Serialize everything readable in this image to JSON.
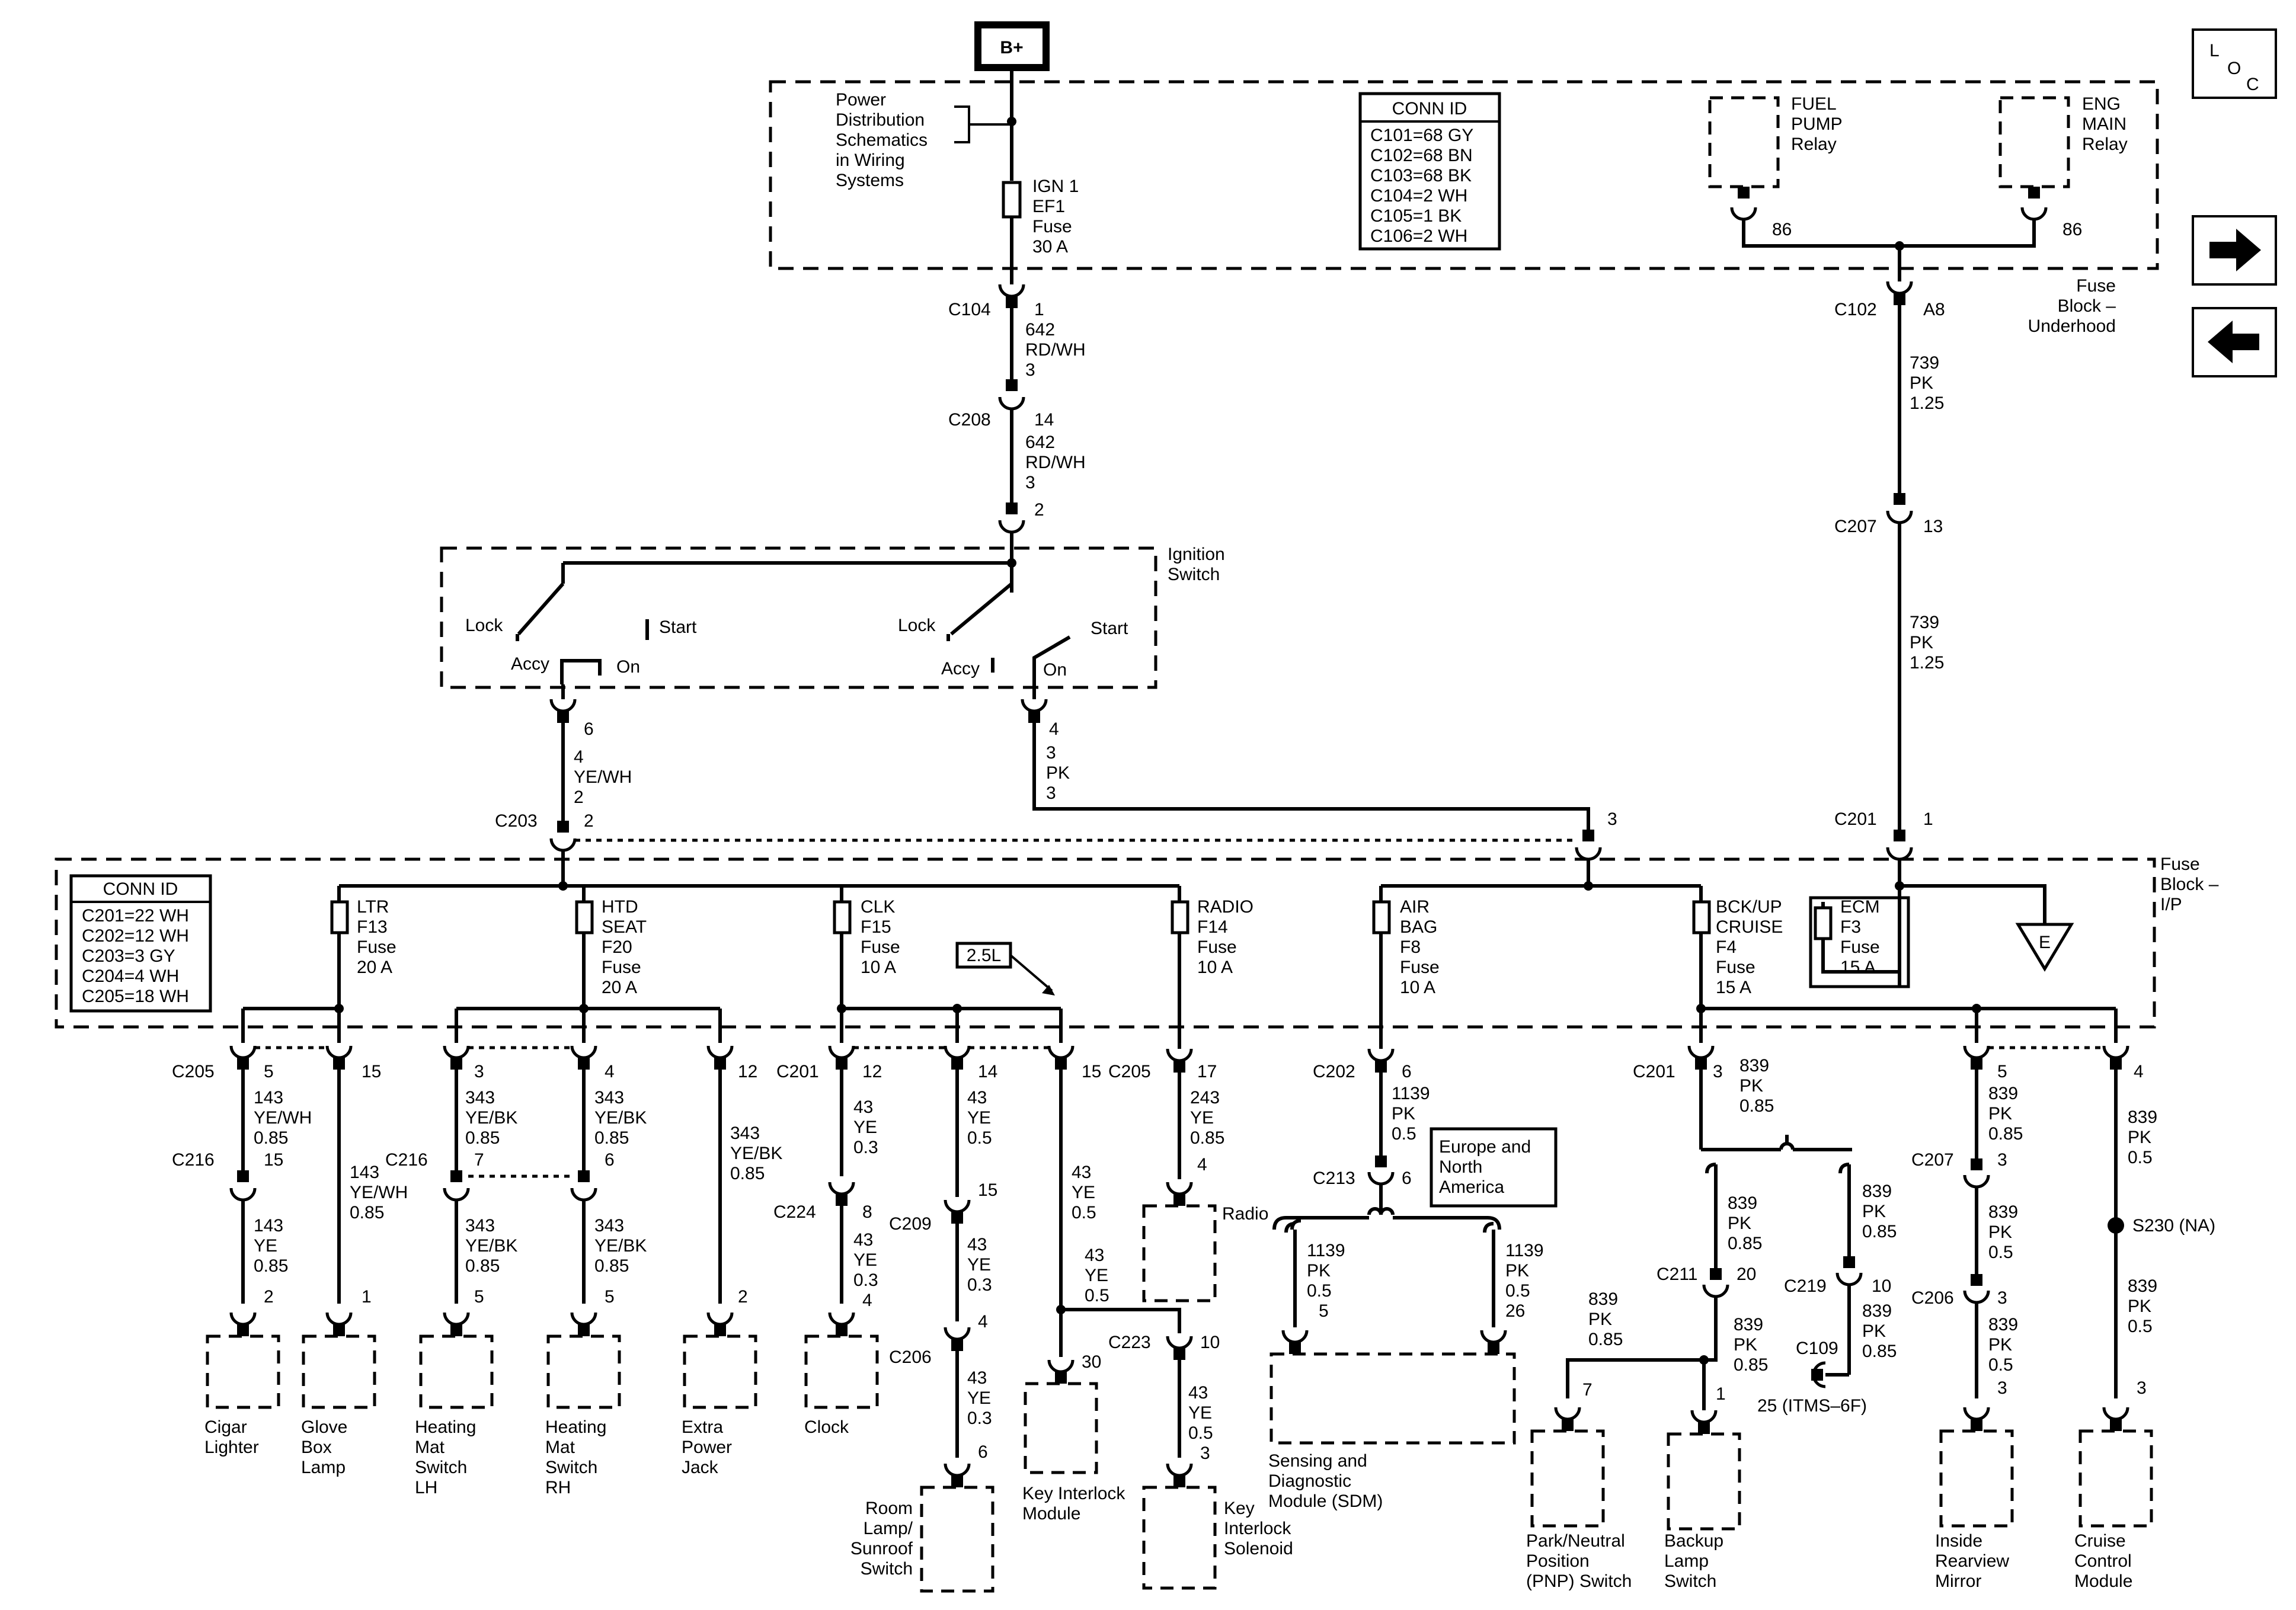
{
  "source_label": "B+",
  "loc_label": [
    "L",
    "O",
    "C"
  ],
  "nav": {
    "next_icon": "arrow-right-icon",
    "prev_icon": "arrow-left-icon"
  },
  "underhood": {
    "power_note": [
      "Power",
      "Distribution",
      "Schematics",
      "in Wiring",
      "Systems"
    ],
    "fuse_ef1": [
      "IGN 1",
      "EF1",
      "Fuse",
      "30 A"
    ],
    "conn_id_title": "CONN ID",
    "conn_ids": [
      "C101=68 GY",
      "C102=68 BN",
      "C103=68 BK",
      "C104=2 WH",
      "C105=1 BK",
      "C106=2 WH"
    ],
    "fuel_pump_relay": [
      "FUEL",
      "PUMP",
      "Relay"
    ],
    "eng_main_relay": [
      "ENG",
      "MAIN",
      "Relay"
    ],
    "relay_pin": "86",
    "block_label": [
      "Fuse",
      "Block –",
      "Underhood"
    ]
  },
  "ign_path": {
    "c104": "C104",
    "c104_pin": "1",
    "wire1": [
      "642",
      "RD/WH",
      "3"
    ],
    "c208": "C208",
    "c208_pin": "14",
    "wire2": [
      "642",
      "RD/WH",
      "3"
    ],
    "sw_pin": "2"
  },
  "right_feed": {
    "c102": "C102",
    "c102_pin": "A8",
    "wire1": [
      "739",
      "PK",
      "1.25"
    ],
    "c207": "C207",
    "c207_pin": "13",
    "wire2": [
      "739",
      "PK",
      "1.25"
    ],
    "c201": "C201",
    "c201_pin": "1"
  },
  "ignition_switch": {
    "label": [
      "Ignition",
      "Switch"
    ],
    "lock": "Lock",
    "start": "Start",
    "accy": "Accy",
    "on": "On"
  },
  "sw_out_left": {
    "pin": "6",
    "wire": [
      "4",
      "YE/WH",
      "2"
    ],
    "c203": "C203",
    "c203_pin": "2"
  },
  "sw_out_right": {
    "pin": "4",
    "wire": [
      "3",
      "PK",
      "3"
    ],
    "c_pin": "3"
  },
  "ip_block": {
    "conn_id_title": "CONN ID",
    "conn_ids": [
      "C201=22 WH",
      "C202=12 WH",
      "C203=3 GY",
      "C204=4 WH",
      "C205=18 WH"
    ],
    "label": [
      "Fuse",
      "Block –",
      "I/P"
    ],
    "ground_label": "E",
    "fuses": {
      "ltr": [
        "LTR",
        "F13",
        "Fuse",
        "20 A"
      ],
      "htd": [
        "HTD",
        "SEAT",
        "F20",
        "Fuse",
        "20 A"
      ],
      "clk": [
        "CLK",
        "F15",
        "Fuse",
        "10 A"
      ],
      "radio": [
        "RADIO",
        "F14",
        "Fuse",
        "10 A"
      ],
      "airbag": [
        "AIR",
        "BAG",
        "F8",
        "Fuse",
        "10 A"
      ],
      "bck": [
        "BCK/UP",
        "CRUISE",
        "F4",
        "Fuse",
        "15 A"
      ],
      "ecm": [
        "ECM",
        "F3",
        "Fuse",
        "15 A"
      ]
    },
    "engine_tag": "2.5L"
  },
  "circuits": {
    "cigar": {
      "c205": "C205",
      "pin1": "5",
      "wire1": [
        "143",
        "YE/WH",
        "0.85"
      ],
      "c216": "C216",
      "pin2": "15",
      "wire2": [
        "143",
        "YE",
        "0.85"
      ],
      "comp_pin": "2",
      "label": [
        "Cigar",
        "Lighter"
      ]
    },
    "glove": {
      "pin1": "15",
      "wire1": [
        "143",
        "YE/WH",
        "0.85"
      ],
      "comp_pin": "1",
      "label": [
        "Glove",
        "Box",
        "Lamp"
      ]
    },
    "hmlh": {
      "pin1": "3",
      "wire1": [
        "343",
        "YE/BK",
        "0.85"
      ],
      "c216": "C216",
      "pin2": "7",
      "wire2": [
        "343",
        "YE/BK",
        "0.85"
      ],
      "comp_pin": "5",
      "label": [
        "Heating",
        "Mat",
        "Switch",
        "LH"
      ]
    },
    "hmrh": {
      "pin1": "4",
      "wire1": [
        "343",
        "YE/BK",
        "0.85"
      ],
      "pin2": "6",
      "wire2": [
        "343",
        "YE/BK",
        "0.85"
      ],
      "comp_pin": "5",
      "label": [
        "Heating",
        "Mat",
        "Switch",
        "RH"
      ]
    },
    "extra": {
      "pin1": "12",
      "wire1": [
        "343",
        "YE/BK",
        "0.85"
      ],
      "comp_pin": "2",
      "label": [
        "Extra",
        "Power",
        "Jack"
      ]
    },
    "clock": {
      "c201": "C201",
      "pin1": "12",
      "wire1": [
        "43",
        "YE",
        "0.3"
      ],
      "c224": "C224",
      "pin2": "8",
      "wire2": [
        "43",
        "YE",
        "0.3",
        "4"
      ],
      "label": [
        "Clock"
      ]
    },
    "room": {
      "pin1": "14",
      "wire1": [
        "43",
        "YE",
        "0.5"
      ],
      "c209": "C209",
      "pin2": "15",
      "wire2": [
        "43",
        "YE",
        "0.3"
      ],
      "c206": "C206",
      "pin3": "4",
      "wire3": [
        "43",
        "YE",
        "0.3"
      ],
      "comp_pin": "6",
      "label": [
        "Room",
        "Lamp/",
        "Sunroof",
        "Switch"
      ]
    },
    "keymod": {
      "pin1": "15",
      "wire1": [
        "43",
        "YE",
        "0.5"
      ],
      "wire2": [
        "43",
        "YE",
        "0.5"
      ],
      "comp_pin": "30",
      "label": [
        "Key Interlock",
        "Module"
      ]
    },
    "keysol": {
      "c223": "C223",
      "pin1": "10",
      "wire1": [
        "43",
        "YE",
        "0.5"
      ],
      "comp_pin": "3",
      "label": [
        "Key",
        "Interlock",
        "Solenoid"
      ]
    },
    "radio": {
      "c205": "C205",
      "pin1": "17",
      "wire1": [
        "243",
        "YE",
        "0.85"
      ],
      "comp_pin": "4",
      "label": "Radio"
    },
    "sdm": {
      "c202": "C202",
      "pin1": "6",
      "wire1": [
        "1139",
        "PK",
        "0.5"
      ],
      "c213": "C213",
      "pin2": "6",
      "region": [
        "Europe and",
        "North",
        "America"
      ],
      "left_wire": [
        "1139",
        "PK",
        "0.5",
        "5"
      ],
      "right_wire": [
        "1139",
        "PK",
        "0.5",
        "26"
      ],
      "label": [
        "Sensing and",
        "Diagnostic",
        "Module (SDM)"
      ]
    },
    "pnp": {
      "c201": "C201",
      "pin1": "3",
      "wire1": [
        "839",
        "PK",
        "0.85"
      ],
      "wire2": [
        "839",
        "PK",
        "0.85"
      ],
      "c211": "C211",
      "pin2": "20",
      "wire3": [
        "839",
        "PK",
        "0.85"
      ],
      "comp_pin": "7",
      "label": [
        "Park/Neutral",
        "Position",
        "(PNP) Switch"
      ]
    },
    "backup": {
      "wire1": [
        "839",
        "PK",
        "0.85"
      ],
      "comp_pin": "1",
      "label": [
        "Backup",
        "Lamp",
        "Switch"
      ]
    },
    "itms": {
      "wire1": [
        "839",
        "PK",
        "0.85"
      ],
      "c219": "C219",
      "pin1": "10",
      "wire2": [
        "839",
        "PK",
        "0.85"
      ],
      "c109": "C109",
      "c109_pin": "25 (ITMS–6F)"
    },
    "mirror": {
      "pin1": "5",
      "wire1": [
        "839",
        "PK",
        "0.85"
      ],
      "c207": "C207",
      "pin2": "3",
      "wire2": [
        "839",
        "PK",
        "0.5"
      ],
      "c206": "C206",
      "pin3": "3",
      "wire3": [
        "839",
        "PK",
        "0.5"
      ],
      "comp_pin": "3",
      "label": [
        "Inside",
        "Rearview",
        "Mirror"
      ]
    },
    "cruise": {
      "pin1": "4",
      "wire1": [
        "839",
        "PK",
        "0.5"
      ],
      "splice": "S230 (NA)",
      "wire2": [
        "839",
        "PK",
        "0.5"
      ],
      "comp_pin": "3",
      "label": [
        "Cruise",
        "Control",
        "Module"
      ]
    }
  }
}
